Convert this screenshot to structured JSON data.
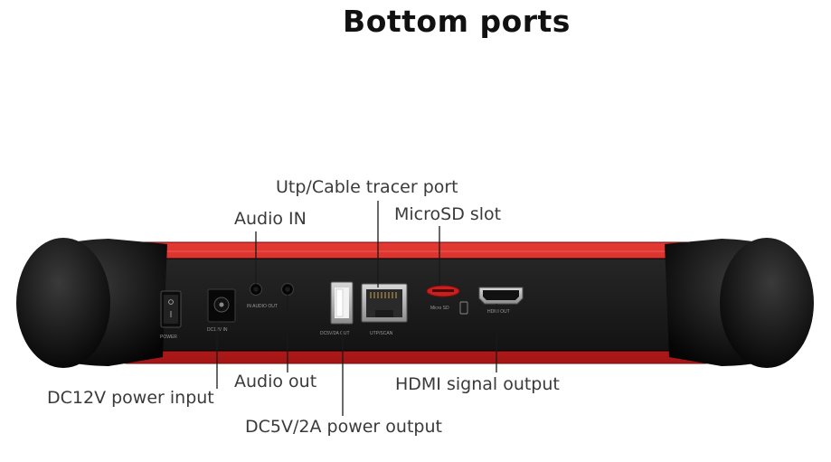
{
  "title": "Bottom ports",
  "callouts": {
    "utp_cable_tracer_port": "Utp/Cable tracer port",
    "audio_in": "Audio IN",
    "microsd_slot": "MicroSD slot",
    "audio_out": "Audio out",
    "dc12v_power_input": "DC12V power input",
    "hdmi_signal_output": "HDMI signal output",
    "dc5v_2a_power_output": "DC5V/2A power output"
  },
  "panel_labels": {
    "power": "POWER",
    "dc12v_in": "DC12V IN",
    "in_audio_out": "IN AUDIO OUT",
    "dc5v_out": "DC5V/2A OUT",
    "utp_scan": "UTP/SCAN",
    "micro_sd": "Micro SD",
    "hdmi_out": "HDMI OUT"
  },
  "colors": {
    "body_red": "#d42a2a",
    "bumper_black": "#141414",
    "panel_black": "#1b1b1b",
    "background": "#ffffff"
  }
}
